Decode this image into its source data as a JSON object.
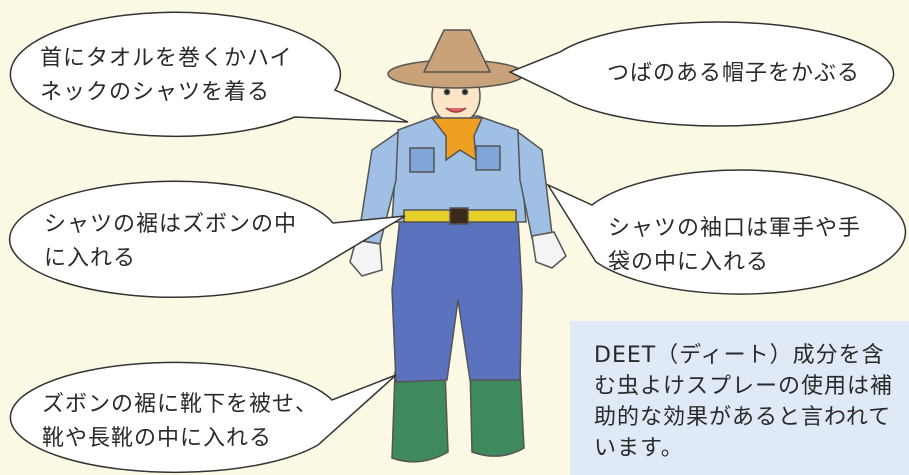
{
  "callouts": {
    "neck": "首にタオルを巻くかハイ\nネックのシャツを着る",
    "hat": "つばのある帽子をかぶる",
    "shirt_hem": "シャツの裾はズボンの中\nに入れる",
    "cuffs": "シャツの袖口は軍手や手\n袋の中に入れる",
    "trouser_hem": "ズボンの裾に靴下を被せ、\n靴や長靴の中に入れる"
  },
  "note": "DEET（ディート）成分を含む虫よけスプレーの使用は補助的な効果があると言われています。",
  "colors": {
    "background": "#fbf8e4",
    "note_background": "#dfeaf6",
    "shirt": "#9fc0e4",
    "jeans": "#5b72bf",
    "scarf": "#f0a020",
    "hat": "#c9a27a",
    "boots": "#3e8a5c",
    "belt": "#e6cf2a"
  }
}
